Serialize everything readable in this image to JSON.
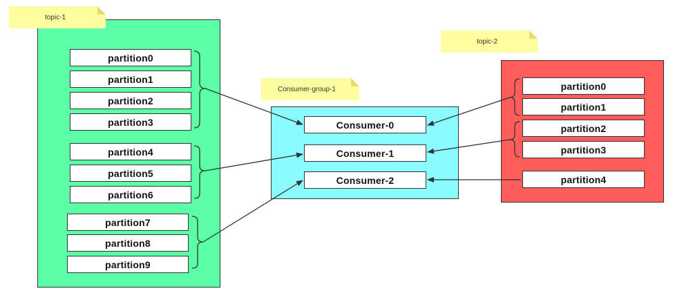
{
  "colors": {
    "topic1_fill": "#5cffa8",
    "topic2_fill": "#ff5c5c",
    "group_fill": "#8afcff",
    "note_fill": "#fefea0",
    "line": "#333333"
  },
  "topic1": {
    "label": "topic-1",
    "partitions": [
      "partition0",
      "partition1",
      "partition2",
      "partition3",
      "partition4",
      "partition5",
      "partition6",
      "partition7",
      "partition8",
      "partition9"
    ]
  },
  "topic2": {
    "label": "topic-2",
    "partitions": [
      "partition0",
      "partition1",
      "partition2",
      "partition3",
      "partition4"
    ]
  },
  "consumer_group": {
    "label": "Consumer-group-1",
    "consumers": [
      "Consumer-0",
      "Consumer-1",
      "Consumer-2"
    ]
  },
  "assignments": [
    {
      "topic": "topic-1",
      "partitions": [
        "partition0",
        "partition1",
        "partition2",
        "partition3"
      ],
      "consumer": "Consumer-0"
    },
    {
      "topic": "topic-1",
      "partitions": [
        "partition4",
        "partition5",
        "partition6"
      ],
      "consumer": "Consumer-1"
    },
    {
      "topic": "topic-1",
      "partitions": [
        "partition7",
        "partition8",
        "partition9"
      ],
      "consumer": "Consumer-2"
    },
    {
      "topic": "topic-2",
      "partitions": [
        "partition0",
        "partition1"
      ],
      "consumer": "Consumer-0"
    },
    {
      "topic": "topic-2",
      "partitions": [
        "partition2",
        "partition3"
      ],
      "consumer": "Consumer-1"
    },
    {
      "topic": "topic-2",
      "partitions": [
        "partition4"
      ],
      "consumer": "Consumer-2"
    }
  ]
}
